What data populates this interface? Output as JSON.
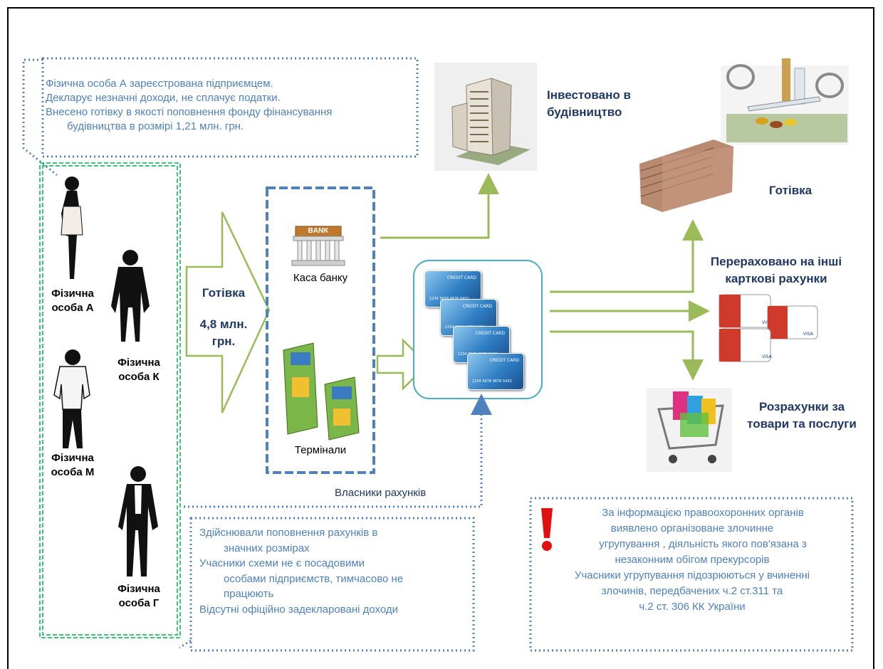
{
  "note_top": {
    "line1": "Фізична особа А зареєстрована підприємцем.",
    "line2": "Декларує незначні доходи, не сплачує податки.",
    "line3": "Внесено готівку в якості поповнення фонду фінансування",
    "line4": "будівництва в розмірі 1,21 млн. грн."
  },
  "persons": {
    "a": "Фізична особа  А",
    "k": "Фізична особа  К",
    "m": "Фізична особа  М",
    "g": "Фізична особа  Г"
  },
  "cash_arrow": {
    "title": "Готівка",
    "amount": "4,8 млн. грн."
  },
  "channels": {
    "bank_sign": "BANK",
    "bank": "Каса банку",
    "terminals": "Термінали"
  },
  "card_label": "CREDIT CARD",
  "card_number": "1234 5678 9876 5432",
  "owners_label": "Власники рахунків",
  "outputs": {
    "invested": "Інвестовано в будівництво",
    "cash": "Готівка",
    "transferred": "Перераховано на інші карткові  рахунки",
    "payments": "Розрахунки  за товари та послуги"
  },
  "payment_card_brand": "VISA",
  "note_bottom": {
    "line1": "Здійснювали   поповнення   рахунків   в",
    "line2": "значних розмірах",
    "line3": "Учасники   схеми   не   є   посадовими",
    "line4": "особами  підприємств,  тимчасово  не",
    "line5": "працюють",
    "line6": "Відсутні офіційно задекларовані доходи"
  },
  "note_right": {
    "line1": "За інформацією правоохоронних органів",
    "line2": "виявлено організоване злочинне",
    "line3": "угрупування , діяльність якого пов'язана з",
    "line4": "незаконним обігом прекурсорів",
    "line5": "Учасники угрупування підозрюються у вчиненні",
    "line6": "злочинів,  передбачених  ч.2 ст.311  та",
    "line7": "ч.2 ст. 306  КК України"
  },
  "colors": {
    "note_text": "#4f81bd",
    "label_text": "#1f3864",
    "green_arrow": "#9bbb59",
    "green_border": "#00b050",
    "dash_blue": "#4f81bd",
    "card_border": "#4bacc6",
    "alert_red": "#e01010"
  }
}
